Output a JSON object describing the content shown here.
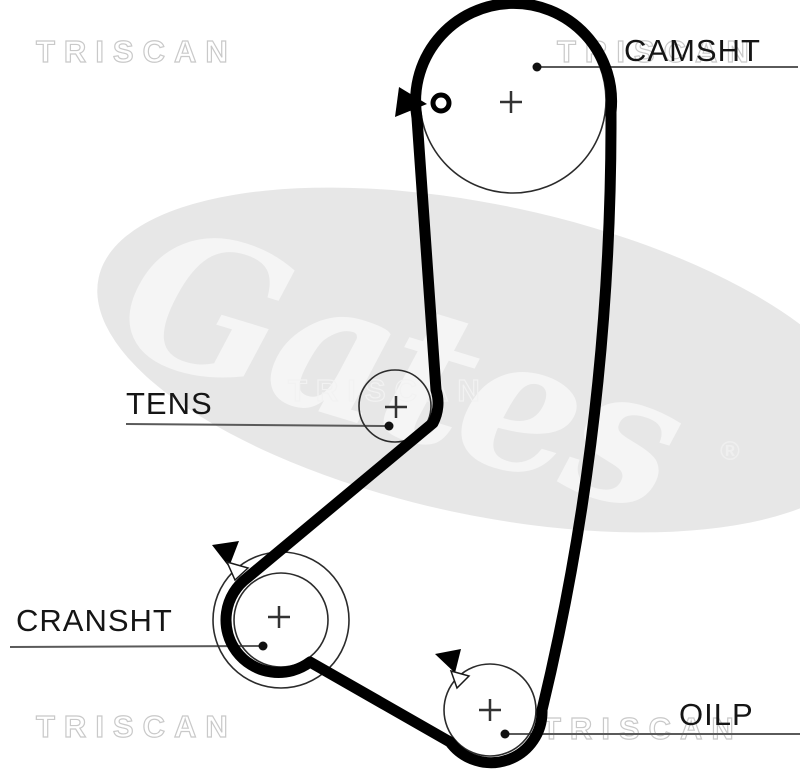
{
  "diagram": {
    "pulleys": [
      {
        "id": "camshaft",
        "label": "CAMSHT"
      },
      {
        "id": "tensioner",
        "label": "TENS"
      },
      {
        "id": "crankshaft",
        "label": "CRANSHT"
      },
      {
        "id": "oil-pump",
        "label": "OILP"
      }
    ],
    "watermarks": {
      "brand_outline": "TRISCAN",
      "brand_script": "Gates",
      "registered_mark": "®"
    },
    "colors": {
      "belt": "#000000",
      "pulley_outline": "#2b2b2b",
      "leader_line": "#5a5a5a",
      "label_text": "#151515",
      "watermark_fill": "#e7e7e7",
      "watermark_outline": "#c9c9c9"
    }
  }
}
